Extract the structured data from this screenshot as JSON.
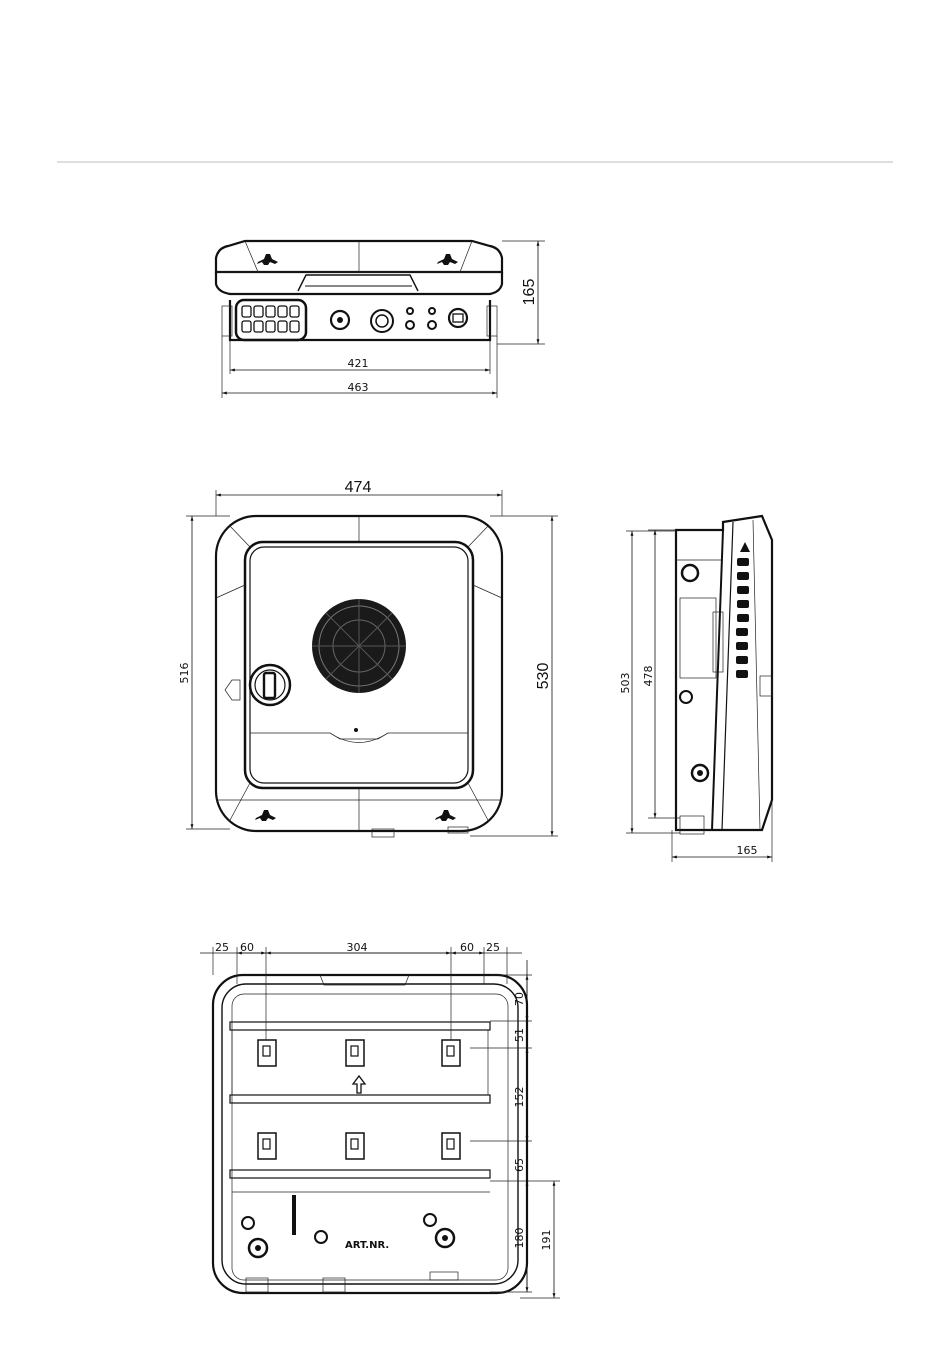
{
  "top_view": {
    "dims": {
      "height": "165",
      "inner_width": "421",
      "outer_width": "463"
    }
  },
  "front_view": {
    "dims": {
      "width": "474",
      "height": "530",
      "inner_height": "516"
    }
  },
  "side_view": {
    "dims": {
      "height": "503",
      "inner_height": "478",
      "depth": "165"
    }
  },
  "back_view": {
    "dims_horizontal": [
      "25",
      "60",
      "304",
      "60",
      "25"
    ],
    "dims_vertical": [
      "70",
      "51",
      "152",
      "65",
      "180"
    ],
    "dim_total_bottom": "191",
    "label": "ART.NR."
  }
}
